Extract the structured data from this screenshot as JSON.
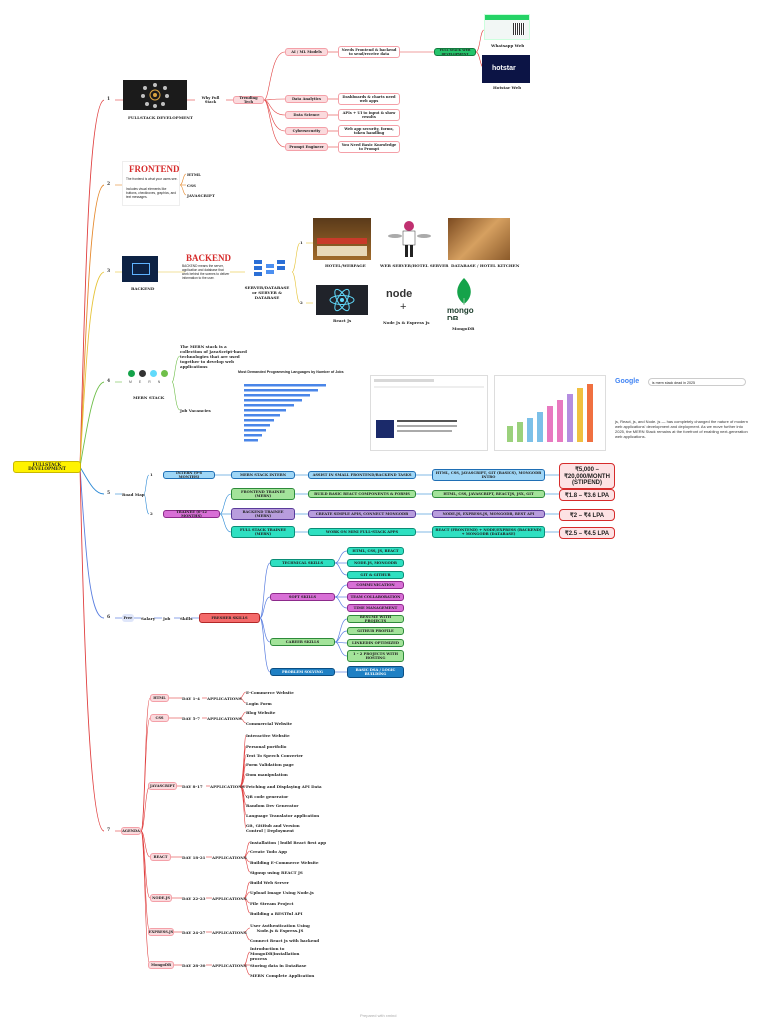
{
  "root": {
    "label": "FULLSTACK DEVELOPMENT"
  },
  "colors": {
    "orange": "#e58a2f",
    "blue_line": "#5b7fe0",
    "red_line": "#e04040",
    "root_bg": "#fff200"
  },
  "section1": {
    "num": "1",
    "img_label": "FULLSTACK DEVELOPMENT",
    "why": "Why Full Stack",
    "trending": "Trending Tech",
    "topics": [
      {
        "label": "AI / ML Models",
        "desc": "Needs Frontend & backend to send/receive data"
      },
      {
        "label": "Data Analytics",
        "desc": "Dashboards & charts need web apps"
      },
      {
        "label": "Data Science",
        "desc": "APIs + UI to input & show results"
      },
      {
        "label": "Cybersecurity",
        "desc": "Web app security, forms, token handling"
      },
      {
        "label": "Prompt Engineer",
        "desc": "You Need Basic Knowledge to Prompt"
      }
    ],
    "fullstack_web": "FULL STACK WEB DEVELOPMENT",
    "whatsapp_label": "Whatsapp Web",
    "hotstar_label": "Hotstar Web",
    "hotstar_logo": "hotstar"
  },
  "section2": {
    "num": "2",
    "title": "FRONTEND",
    "desc1": "The frontend is what your users see.",
    "desc2": "Includes visual elements like buttons, checkboxes, graphics, and text messages.",
    "items": [
      "HTML",
      "CSS",
      "JAVASCRIPT"
    ]
  },
  "section3": {
    "num": "3",
    "img_label": "BACKEND",
    "title": "BACKEND",
    "desc": "BACKEND means the server, application and database that work behind the scenes to deliver information to the user.",
    "server_label": "SERVER/DATABASE or SERVER & DATABASE",
    "sub1": "1",
    "sub2": "2",
    "hotel_label": "HOTEL/WEBPAGE",
    "waiter_label": "WEB SERVER/HOTEL SERVER",
    "kitchen_label": "DATABASE / HOTEL KITCHEN",
    "react_label": "React Js",
    "node_label": "Node Js & Express Js",
    "mongo_label": "MongoDB",
    "node_logo": "node",
    "mongo_logo": "mongo DB"
  },
  "section4": {
    "num": "4",
    "img_label": "MERN STACK",
    "mern_letters": "M E R N",
    "desc": "The MERN stack is a collection of JavaScript-based technologies that are used together to develop web applications",
    "job_vacancies": "Job Vacancies",
    "chart_title": "Most Demanded Programming Languages by Number of Jobs",
    "google_query": "is mern stack dead in 2025",
    "google_text": "js, React, js, and Node. js — has completely changed the nature of modern web applications' development and deployment. As we move further into 2025, the MERN Stack remains at the forefront of enabling next-generation web applications."
  },
  "section5": {
    "num": "5",
    "label": "Road Map",
    "rows": [
      {
        "num": "1",
        "phase": "INTERN (0-6 MONTHS)",
        "role": "MERN STACK INTERN",
        "task": "ASSIST IN SMALL FRONTEND/BACKEND TASKS",
        "skills": "HTML, CSS, JAVASCRIPT, GIT (BASICS), MONGODB INTRO",
        "pay": "₹5,000 – ₹20,000/MONTH (STIPEND)"
      },
      {
        "num": "2",
        "phase": "TRAINEE (6-12 MONTHS)",
        "role": "FRONTEND TRAINEE (MERN)",
        "task": "BUILD BASIC REACT COMPONENTS & FORMS",
        "skills": "HTML, CSS, JAVASCRIPT, REACTJS, JSX, GIT",
        "pay": "₹1.8 – ₹3.6 LPA"
      },
      {
        "num": "",
        "phase": "",
        "role": "BACKEND TRAINEE (MERN)",
        "task": "CREATE SIMPLE APIS, CONNECT MONGODB",
        "skills": "NODE.JS, EXPRESS.JS, MONGODB, REST API",
        "pay": "₹2 – ₹4 LPA"
      },
      {
        "num": "",
        "phase": "",
        "role": "FULL STACK TRAINEE (MERN)",
        "task": "WORK ON MINI FULL-STACK APPS",
        "skills": "REACT (FRONTEND) + NODE/EXPRESS (BACKEND) + MONGODB (DATABASE)",
        "pay": "₹2.5 – ₹4.5 LPA"
      }
    ]
  },
  "section6": {
    "num": "6",
    "free": "Free",
    "salary": "Salary",
    "job": "Job",
    "skills": "Skills",
    "fresher": "FRESHER SKILLS",
    "groups": [
      {
        "label": "TECHNICAL SKILLS",
        "items": [
          "HTML, CSS, JS, REACT",
          "NODE.JS, MONGODB",
          "GIT & GITHUB"
        ]
      },
      {
        "label": "SOFT SKILLS",
        "items": [
          "COMMUNICATION",
          "TEAM COLLABORATION",
          "TIME MANAGEMENT"
        ]
      },
      {
        "label": "CAREER SKILLS",
        "items": [
          "RESUME WITH PROJECTS",
          "GITHUB PROFILE",
          "LINKEDIN OPTIMIZED",
          "1 – 2 PROJECTS WITH HOSTING"
        ]
      },
      {
        "label": "PROBLEM SOLVING",
        "items": [
          "BASIC DSA / LOGIC BUILDING"
        ]
      }
    ]
  },
  "section7": {
    "num": "7",
    "label": "AGENDA",
    "tech": [
      {
        "name": "HTML",
        "days": "DAY 1-4",
        "apps": "APPLICATIONS",
        "items": [
          "E-Commerce Website",
          "Login Form"
        ]
      },
      {
        "name": "CSS",
        "days": "DAY 5-7",
        "apps": "APPLICATIONS",
        "items": [
          "Blog Website",
          "Commercial Website"
        ]
      },
      {
        "name": "JAVASCRIPT",
        "days": "DAY 8-17",
        "apps": "APPLICATIONS",
        "items": [
          "Interactive Website",
          "Personal portfolio",
          "Text To Speech Converter",
          "Form Validation page",
          "Dom manipulation",
          "Fetching and Displaying API Data",
          "QR code generator",
          "Random Dev Generator",
          "Language Translator application",
          "Git, GitHub and Version Control | Deployment"
        ]
      },
      {
        "name": "REACT",
        "days": "DAY 18-21",
        "apps": "APPLICATIONS",
        "items": [
          "Installation | build React first app",
          "Create Todo App",
          "Building E-Commerce Website",
          "Signup using REACT JS"
        ]
      },
      {
        "name": "NODE.JS",
        "days": "DAY 22-23",
        "apps": "APPLICATIONS",
        "items": [
          "Build Web Server",
          "Upload Image Using Node.js",
          "File Stream Project",
          "Building a RESTful API"
        ]
      },
      {
        "name": "EXPRESS.JS",
        "days": "DAY 24-27",
        "apps": "APPLICATIONS",
        "items": [
          "User Authentication Using Node.js & Express.JS",
          "Connect React js with backend"
        ]
      },
      {
        "name": "MongoDB",
        "days": "DAY 28-30",
        "apps": "APPLICATIONS",
        "items": [
          "Introduction to MongoDB|installation process",
          "Storing data in DataBase",
          "MERN Complete Application"
        ]
      }
    ]
  },
  "footer": "Prepared with xmind"
}
